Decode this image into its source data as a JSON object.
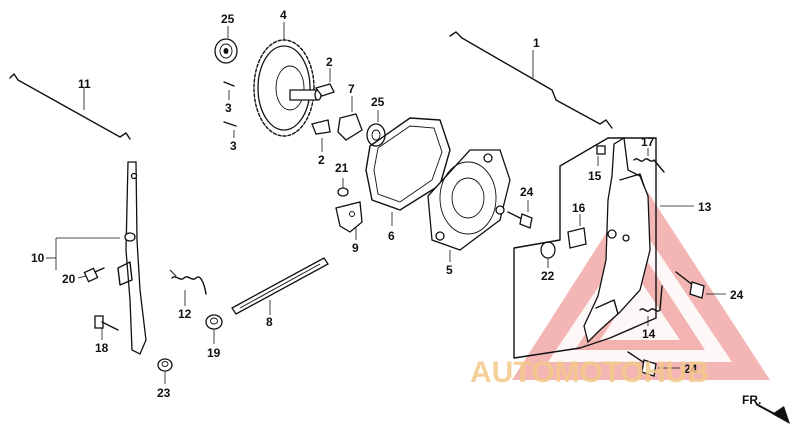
{
  "diagram": {
    "callouts": {
      "p1": "1",
      "p2a": "2",
      "p2b": "2",
      "p3a": "3",
      "p3b": "3",
      "p4": "4",
      "p5": "5",
      "p6": "6",
      "p7": "7",
      "p8": "8",
      "p9": "9",
      "p10": "10",
      "p11": "11",
      "p12": "12",
      "p13": "13",
      "p14": "14",
      "p15": "15",
      "p16": "16",
      "p17": "17",
      "p18": "18",
      "p19": "19",
      "p20": "20",
      "p21": "21",
      "p22": "22",
      "p23": "23",
      "p24a": "24",
      "p24b": "24",
      "p24c": "24",
      "p25a": "25",
      "p25b": "25"
    },
    "direction_label": "FR."
  },
  "watermark": {
    "text": "AUTOMOTOHUB",
    "color_primary": "#e8625e",
    "color_secondary": "#f3c98a"
  }
}
